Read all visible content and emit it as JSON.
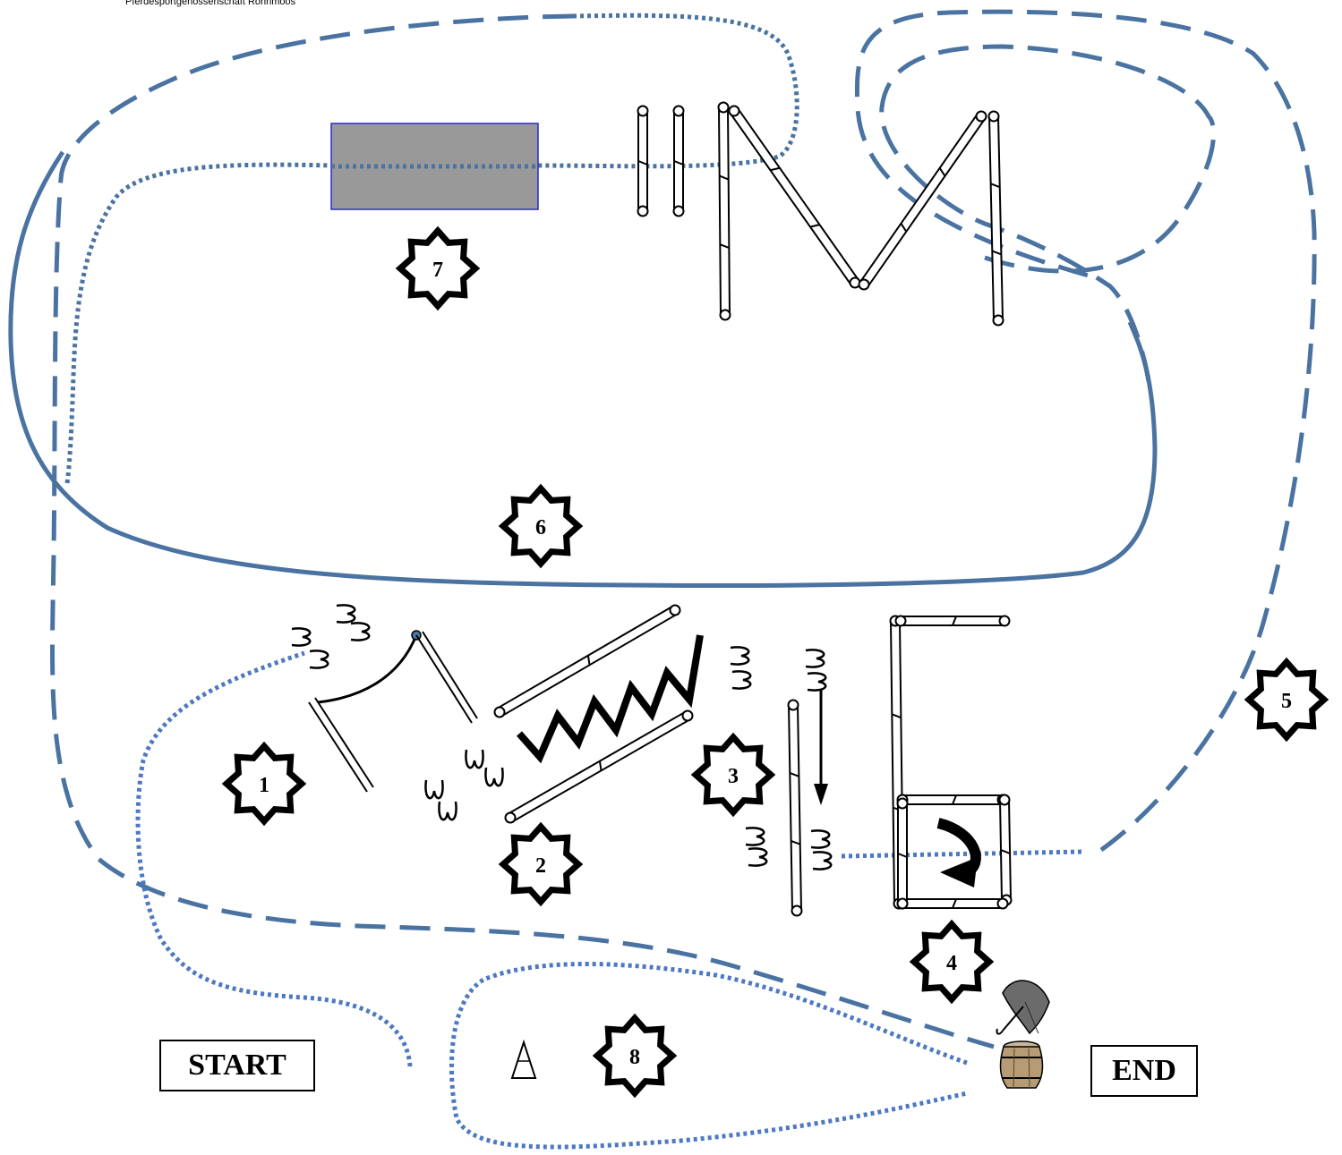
{
  "header": {
    "text": "Pferdesportgenossenschaft Rohrimoos"
  },
  "labels": {
    "start": "START",
    "end": "END"
  },
  "stations": [
    "1",
    "2",
    "3",
    "4",
    "5",
    "6",
    "7",
    "8"
  ],
  "colors": {
    "route": "#4a73a2",
    "route_dotted": "#4d78c2",
    "box_fill": "#999999",
    "box_border": "#2a2ad0"
  },
  "icons": [
    "umbrella-icon",
    "barrel-icon",
    "cone-icon",
    "turn-arrow-icon",
    "down-arrow-icon",
    "hoofprint-icon"
  ]
}
